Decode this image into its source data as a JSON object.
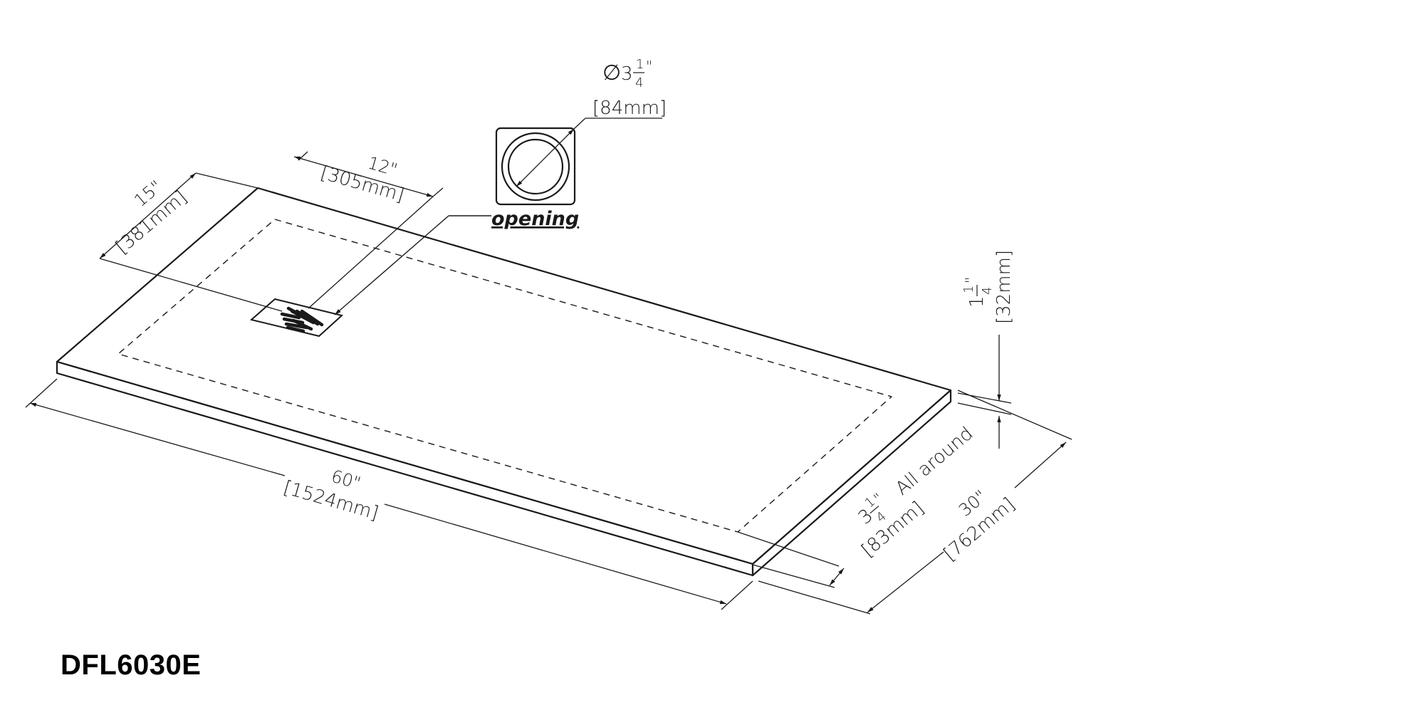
{
  "model": "DFL6030E",
  "callout": {
    "label": "opening"
  },
  "dimensions": {
    "drain_diameter": {
      "symbol": "∅",
      "whole": "3",
      "num": "1",
      "den": "4",
      "unit": "\"",
      "metric": "84mm"
    },
    "drain_offset_x": {
      "imperial": "12\"",
      "metric": "305mm"
    },
    "drain_offset_y": {
      "imperial": "15\"",
      "metric": "381mm"
    },
    "height": {
      "whole": "1",
      "num": "1",
      "den": "4",
      "unit": "\"",
      "metric": "32mm"
    },
    "length": {
      "imperial": "60\"",
      "metric": "1524mm"
    },
    "width": {
      "imperial": "30\"",
      "metric": "762mm"
    },
    "border": {
      "whole": "3",
      "num": "1",
      "den": "4",
      "unit": "\"",
      "metric": "83mm",
      "note": "All around"
    }
  },
  "colors": {
    "line": "#1a1a1a",
    "background": "#ffffff"
  }
}
